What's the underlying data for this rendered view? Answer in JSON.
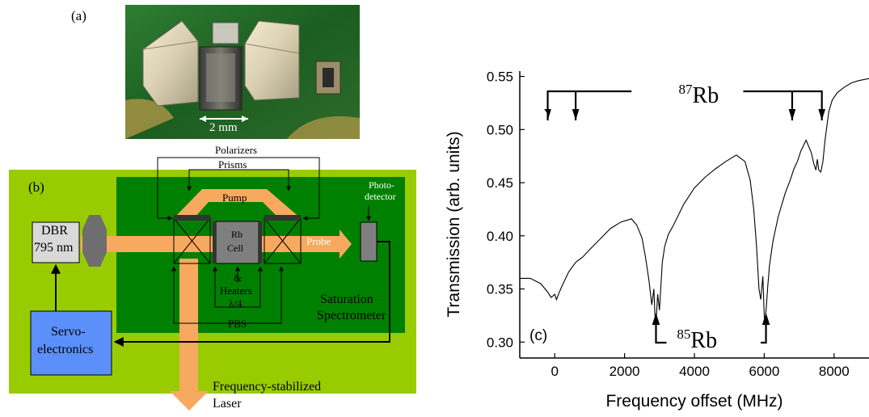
{
  "panel_a": {
    "label": "(a)",
    "scale_text": "2 mm",
    "colors": {
      "board": "#1f6a2a",
      "gold": "#b89a4a"
    }
  },
  "panel_b": {
    "label": "(b)",
    "dbr_line1": "DBR",
    "dbr_line2": "795 nm",
    "servo_line1": "Servo-",
    "servo_line2": "electronics",
    "polarizers": "Polarizers",
    "prisms": "Prisms",
    "pump": "Pump",
    "rb_cell_line1": "Rb",
    "rb_cell_line2": "Cell",
    "heaters_amp": "&",
    "heaters": "Heaters",
    "lambda4": "λ/4",
    "pbs": "PBS",
    "probe": "Probe",
    "photo_line1": "Photo-",
    "photo_line2": "detector",
    "sat_line1": "Saturation",
    "sat_line2": "Spectrometer",
    "out_line1": "Frequency-stabilized",
    "out_line2": "Laser",
    "colors": {
      "outer": "#99cc00",
      "inner": "#008000",
      "beam": "#f7a960",
      "servo": "#5b8ff9",
      "dbr": "#d9d9d9",
      "cell": "#7f7f7f"
    }
  },
  "chart_data": {
    "type": "line",
    "panel_label": "(c)",
    "xlabel": "Frequency offset (MHz)",
    "ylabel": "Transmission (arb. units)",
    "xlim": [
      -1000,
      9000
    ],
    "ylim": [
      0.285,
      0.555
    ],
    "xticks": [
      0,
      2000,
      4000,
      6000,
      8000
    ],
    "yticks": [
      0.3,
      0.35,
      0.4,
      0.45,
      0.5,
      0.55
    ],
    "ytick_labels": [
      "0.30",
      "0.35",
      "0.40",
      "0.45",
      "0.50",
      "0.55"
    ],
    "annotation_87": {
      "sup": "87",
      "text": "Rb"
    },
    "annotation_85": {
      "sup": "85",
      "text": "Rb"
    },
    "series": [
      {
        "x": [
          -1000,
          -700,
          -400,
          -200,
          -100,
          0,
          50,
          120,
          200,
          400,
          600,
          800,
          1000,
          1300,
          1600,
          1900,
          2200,
          2350,
          2500,
          2600,
          2700,
          2780,
          2840,
          2870,
          2900,
          2950,
          3000,
          3040,
          3080,
          3150,
          3250,
          3400,
          3700,
          4000,
          4300,
          4600,
          4900,
          5200,
          5450,
          5600,
          5700,
          5780,
          5850,
          5900,
          5960,
          6000,
          6020,
          6060,
          6100,
          6150,
          6250,
          6400,
          6600,
          6750,
          6850,
          6950,
          7050,
          7200,
          7350,
          7420,
          7480,
          7520,
          7560,
          7620,
          7680,
          7740,
          7800,
          7850,
          7950,
          8100,
          8300,
          8500,
          8700,
          9000
        ],
        "y": [
          0.36,
          0.36,
          0.355,
          0.347,
          0.342,
          0.345,
          0.34,
          0.346,
          0.352,
          0.366,
          0.375,
          0.38,
          0.387,
          0.397,
          0.407,
          0.413,
          0.416,
          0.41,
          0.398,
          0.38,
          0.358,
          0.335,
          0.35,
          0.325,
          0.318,
          0.345,
          0.33,
          0.352,
          0.375,
          0.39,
          0.401,
          0.41,
          0.43,
          0.445,
          0.455,
          0.463,
          0.47,
          0.476,
          0.47,
          0.452,
          0.425,
          0.39,
          0.35,
          0.34,
          0.362,
          0.325,
          0.318,
          0.333,
          0.352,
          0.372,
          0.395,
          0.418,
          0.44,
          0.453,
          0.463,
          0.47,
          0.48,
          0.49,
          0.478,
          0.468,
          0.462,
          0.472,
          0.462,
          0.46,
          0.47,
          0.49,
          0.505,
          0.517,
          0.528,
          0.535,
          0.54,
          0.544,
          0.546,
          0.548
        ]
      }
    ]
  }
}
